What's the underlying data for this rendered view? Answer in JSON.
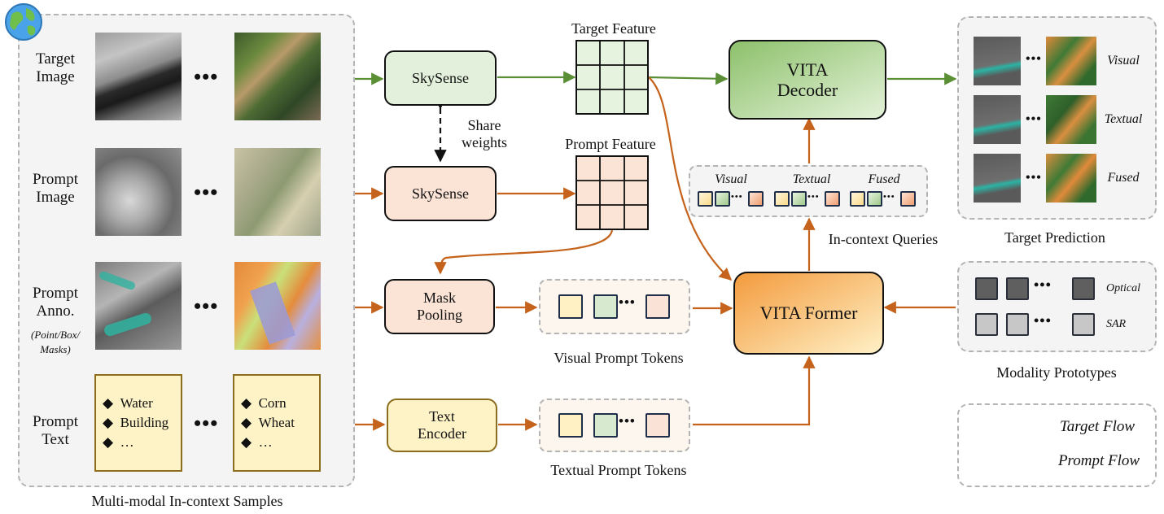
{
  "samples": {
    "caption": "Multi-modal In-context Samples",
    "row_target": "Target\nImage",
    "row_prompt_image": "Prompt\nImage",
    "row_prompt_anno": "Prompt\nAnno.",
    "row_prompt_anno_sub": "(Point/Box/\nMasks)",
    "row_prompt_text": "Prompt\nText",
    "ellipsis": "•••",
    "text_card_1": [
      "Water",
      "Building",
      "…"
    ],
    "text_card_2": [
      "Corn",
      "Wheat",
      "…"
    ]
  },
  "encoders": {
    "skysense_target": "SkySense",
    "skysense_prompt": "SkySense",
    "share_weights": "Share\nweights",
    "mask_pooling": "Mask\nPooling",
    "text_encoder": "Text\nEncoder"
  },
  "features": {
    "target_feature": "Target Feature",
    "prompt_feature": "Prompt Feature"
  },
  "tokens": {
    "visual": "Visual Prompt Tokens",
    "textual": "Textual Prompt Tokens",
    "ellipsis": "•••"
  },
  "queries": {
    "caption": "In-context  Queries",
    "visual": "Visual",
    "textual": "Textual",
    "fused": "Fused"
  },
  "modules": {
    "decoder": "VITA\nDecoder",
    "former": "VITA Former"
  },
  "prediction": {
    "caption": "Target Prediction",
    "visual": "Visual",
    "textual": "Textual",
    "fused": "Fused"
  },
  "prototypes": {
    "caption": "Modality Prototypes",
    "optical": "Optical",
    "sar": "SAR"
  },
  "legend": {
    "target_flow": "Target Flow",
    "prompt_flow": "Prompt Flow"
  },
  "colors": {
    "target_flow": "#5a8f35",
    "prompt_flow": "#c5621b",
    "skysense_target_fill": "#e3f1dc",
    "skysense_prompt_fill": "#fbe3d6",
    "decoder_fill": "#a9d18e",
    "former_fill": "#f6b26b",
    "text_encoder_fill": "#fdf3c6"
  }
}
